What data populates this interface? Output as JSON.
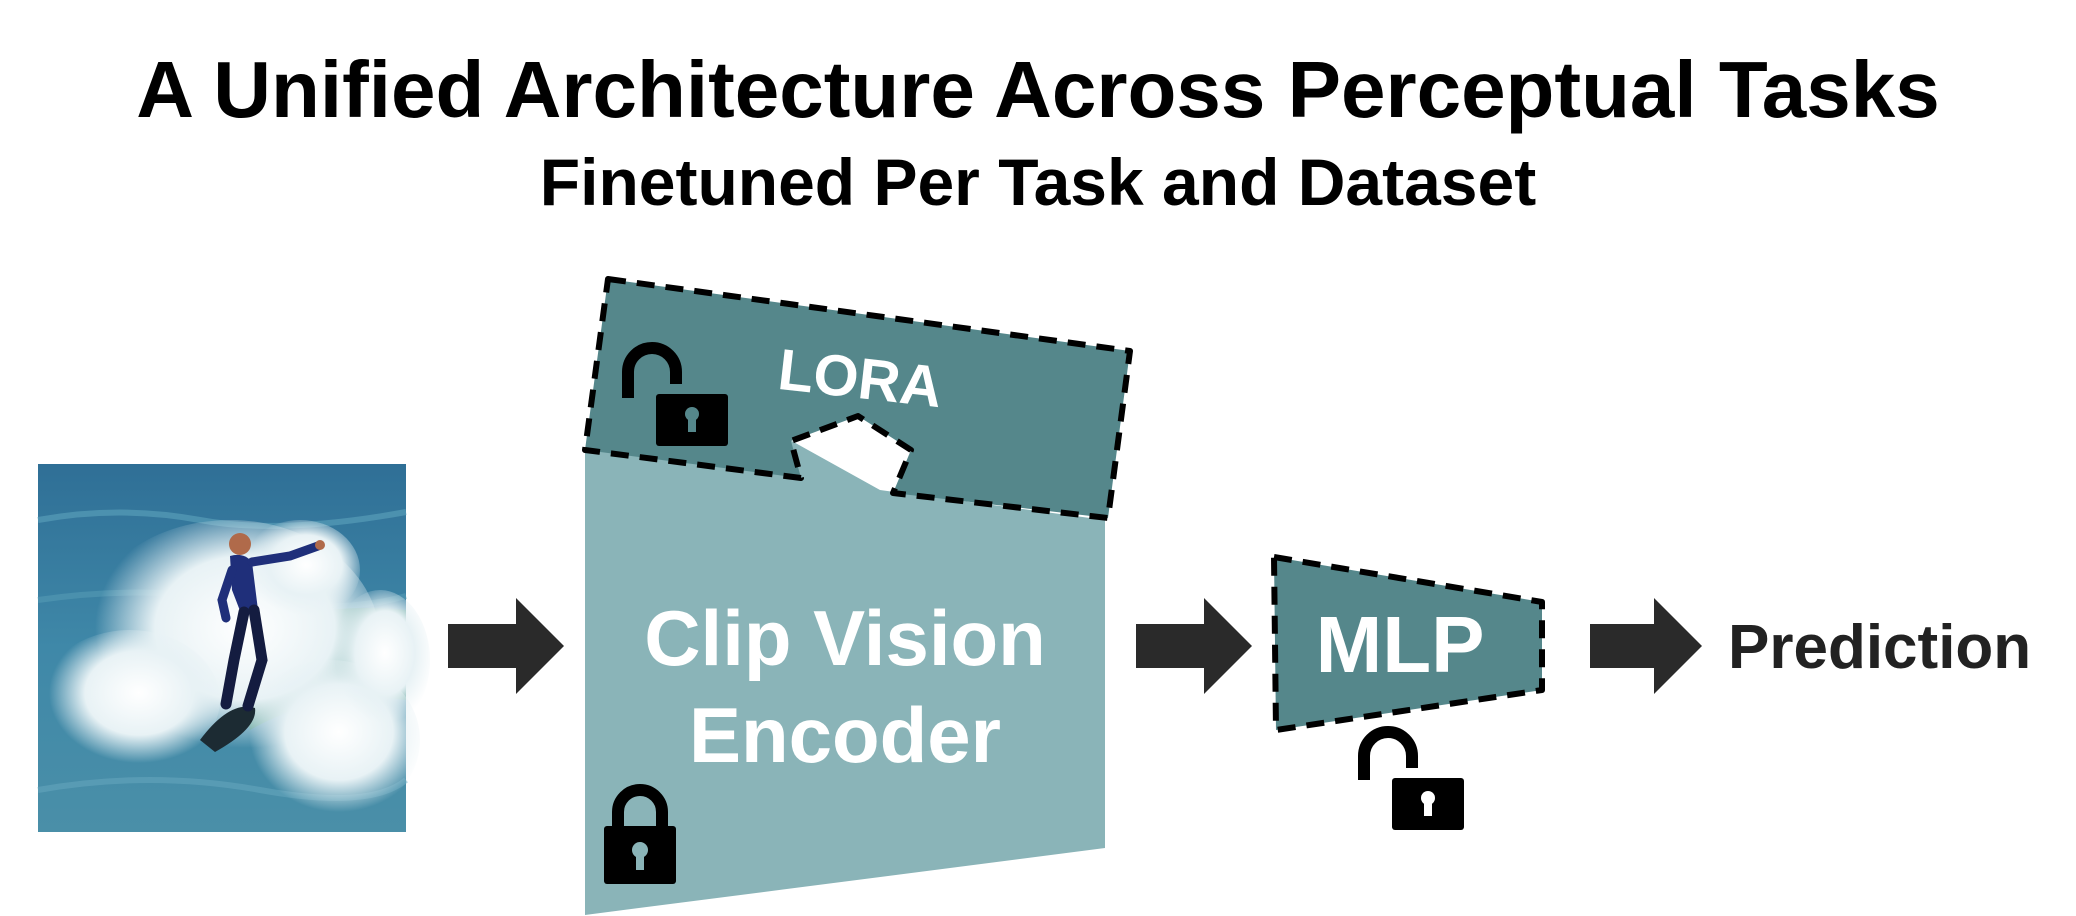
{
  "title": "A Unified Architecture Across Perceptual Tasks",
  "subtitle": "Finetuned Per Task and Dataset",
  "labels": {
    "lora": "LORA",
    "encoder_line1": "Clip Vision",
    "encoder_line2": "Encoder",
    "mlp": "MLP",
    "prediction": "Prediction"
  },
  "icons": {
    "lora": "unlocked-padlock-icon",
    "encoder": "locked-padlock-icon",
    "mlp": "unlocked-padlock-icon"
  },
  "colors": {
    "encoder_fill": "#8ab4b8",
    "lora_fill": "#55878b",
    "mlp_fill": "#55878b",
    "arrow_fill": "#2a2a2a",
    "text_dark": "#222222",
    "text_light": "#ffffff"
  }
}
